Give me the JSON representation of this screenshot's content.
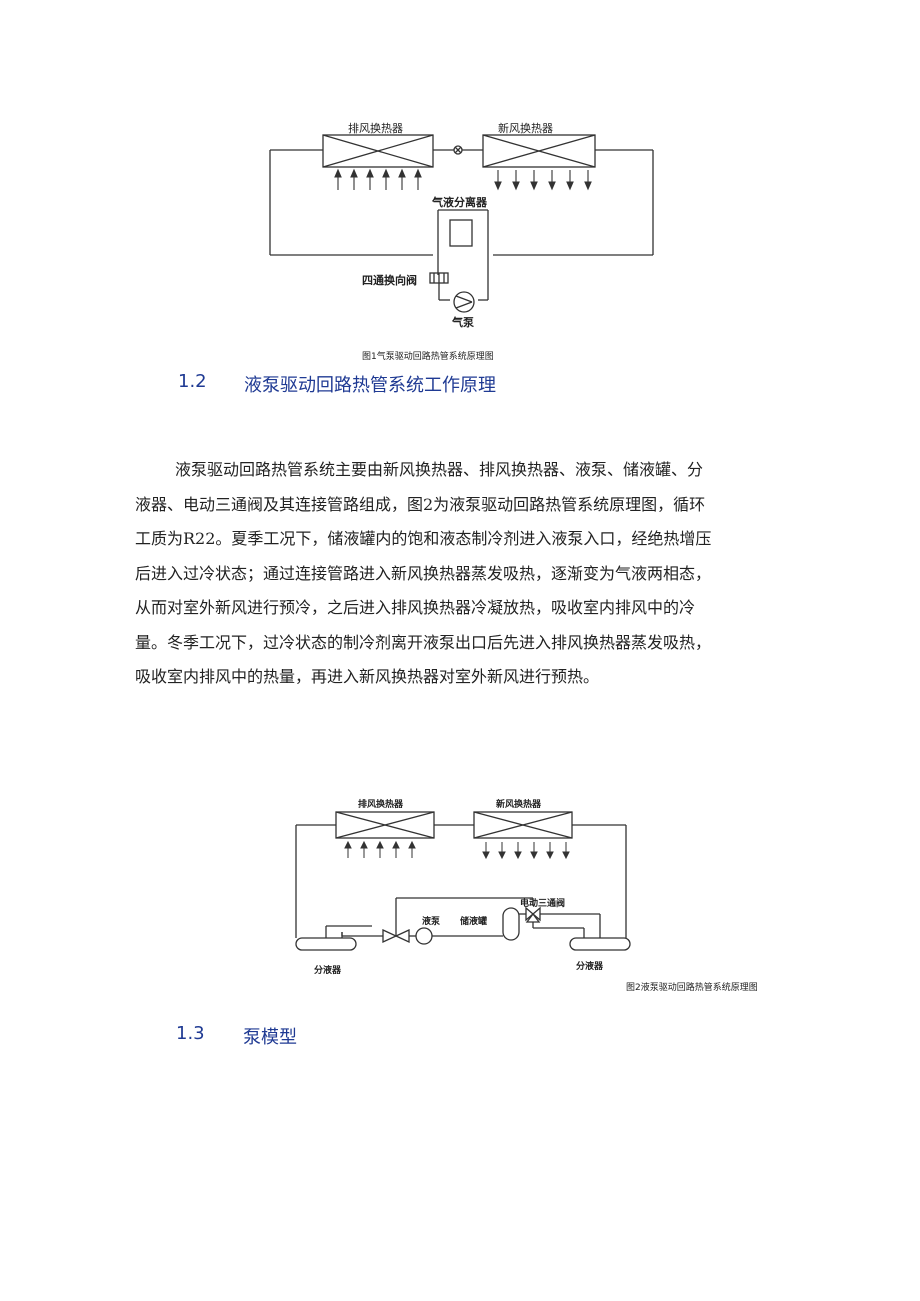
{
  "figure1": {
    "labels": {
      "exhaust_hx": "排风换热器",
      "fresh_hx": "新风换热器",
      "gas_liquid_separator": "气液分离器",
      "four_way_valve": "四通换向阀",
      "gas_pump": "气泵"
    },
    "caption": "图1气泵驱动回路热管系统原理图"
  },
  "section_1_2": {
    "number": "1.2",
    "title": "液泵驱动回路热管系统工作原理"
  },
  "paragraph": {
    "lines": [
      "液泵驱动回路热管系统主要由新风换热器、排风换热器、液泵、储液罐、分",
      "液器、电动三通阀及其连接管路组成，图2为液泵驱动回路热管系统原理图，循环",
      "工质为R22。夏季工况下，储液罐内的饱和液态制冷剂进入液泵入口，经绝热增压",
      "后进入过冷状态；通过连接管路进入新风换热器蒸发吸热，逐渐变为气液两相态，",
      "从而对室外新风进行预冷，之后进入排风换热器冷凝放热，吸收室内排风中的冷",
      "量。冬季工况下，过冷状态的制冷剂离开液泵出口后先进入排风换热器蒸发吸热，",
      "吸收室内排风中的热量，再进入新风换热器对室外新风进行预热。"
    ]
  },
  "figure2": {
    "labels": {
      "exhaust_hx": "排风换热器",
      "fresh_hx": "新风换热器",
      "liquid_pump": "液泵",
      "storage_tank": "储液罐",
      "three_way_valve": "电动三通阀",
      "distributor_left": "分液器",
      "distributor_right": "分液器"
    },
    "caption": "图2液泵驱动回路热管系统原理图"
  },
  "section_1_3": {
    "number": "1.3",
    "title": "泵模型"
  }
}
